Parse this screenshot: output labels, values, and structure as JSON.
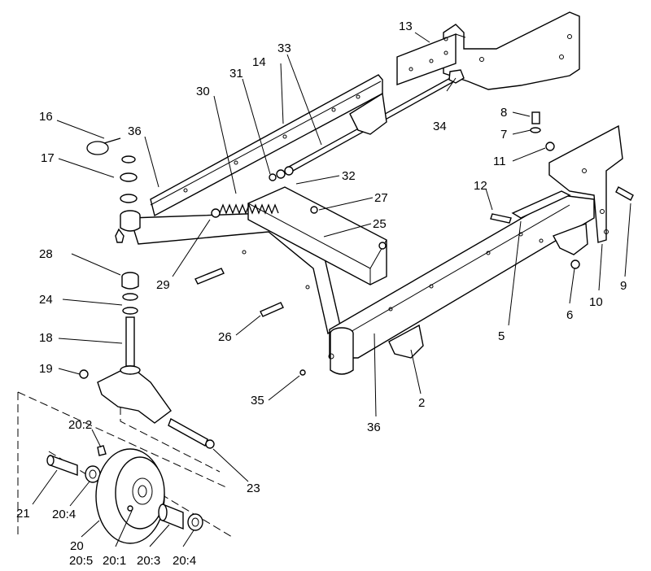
{
  "diagram": {
    "labels": {
      "p2": "2",
      "p5": "5",
      "p6": "6",
      "p7": "7",
      "p8": "8",
      "p9": "9",
      "p10": "10",
      "p11": "11",
      "p12": "12",
      "p13": "13",
      "p14": "14",
      "p16": "16",
      "p17": "17",
      "p18": "18",
      "p19": "19",
      "p20": "20",
      "p20_1": "20:1",
      "p20_2": "20:2",
      "p20_3": "20:3",
      "p20_4a": "20:4",
      "p20_4b": "20:4",
      "p20_5": "20:5",
      "p21": "21",
      "p23": "23",
      "p24": "24",
      "p25": "25",
      "p26": "26",
      "p27": "27",
      "p28": "28",
      "p29": "29",
      "p30": "30",
      "p31": "31",
      "p32": "32",
      "p33": "33",
      "p34": "34",
      "p35": "35",
      "p36a": "36",
      "p36b": "36"
    }
  }
}
